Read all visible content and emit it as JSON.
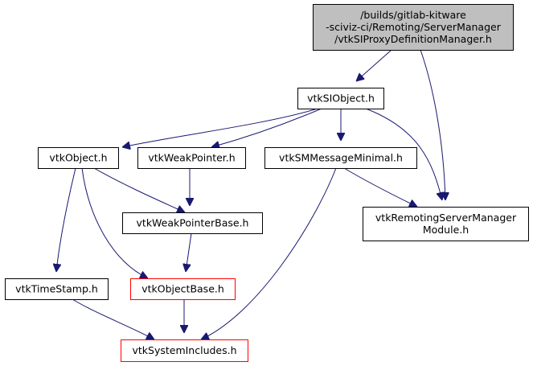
{
  "graph": {
    "edge_color": "#191970",
    "nodes": {
      "root": {
        "lines": [
          "/builds/gitlab-kitware",
          "-sciviz-ci/Remoting/ServerManager",
          "/vtkSIProxyDefinitionManager.h"
        ],
        "fill": "#bfbfbf",
        "border": "#000000"
      },
      "si_object": {
        "lines": [
          "vtkSIObject.h"
        ],
        "fill": "#ffffff",
        "border": "#000000"
      },
      "object": {
        "lines": [
          "vtkObject.h"
        ],
        "fill": "#ffffff",
        "border": "#000000"
      },
      "weak_pointer": {
        "lines": [
          "vtkWeakPointer.h"
        ],
        "fill": "#ffffff",
        "border": "#000000"
      },
      "sm_message_minimal": {
        "lines": [
          "vtkSMMessageMinimal.h"
        ],
        "fill": "#ffffff",
        "border": "#000000"
      },
      "weak_pointer_base": {
        "lines": [
          "vtkWeakPointerBase.h"
        ],
        "fill": "#ffffff",
        "border": "#000000"
      },
      "remoting_module": {
        "lines": [
          "vtkRemotingServerManager",
          "Module.h"
        ],
        "fill": "#ffffff",
        "border": "#000000"
      },
      "time_stamp": {
        "lines": [
          "vtkTimeStamp.h"
        ],
        "fill": "#ffffff",
        "border": "#000000"
      },
      "object_base": {
        "lines": [
          "vtkObjectBase.h"
        ],
        "fill": "#ffffff",
        "border": "#ff0000"
      },
      "system_includes": {
        "lines": [
          "vtkSystemIncludes.h"
        ],
        "fill": "#ffffff",
        "border": "#ff0000"
      }
    },
    "edges": [
      [
        "root",
        "si_object"
      ],
      [
        "root",
        "remoting_module"
      ],
      [
        "si_object",
        "object"
      ],
      [
        "si_object",
        "weak_pointer"
      ],
      [
        "si_object",
        "sm_message_minimal"
      ],
      [
        "si_object",
        "remoting_module"
      ],
      [
        "object",
        "weak_pointer_base"
      ],
      [
        "object",
        "time_stamp"
      ],
      [
        "object",
        "object_base"
      ],
      [
        "weak_pointer",
        "weak_pointer_base"
      ],
      [
        "sm_message_minimal",
        "remoting_module"
      ],
      [
        "sm_message_minimal",
        "system_includes"
      ],
      [
        "weak_pointer_base",
        "object_base"
      ],
      [
        "time_stamp",
        "system_includes"
      ],
      [
        "object_base",
        "system_includes"
      ]
    ]
  }
}
